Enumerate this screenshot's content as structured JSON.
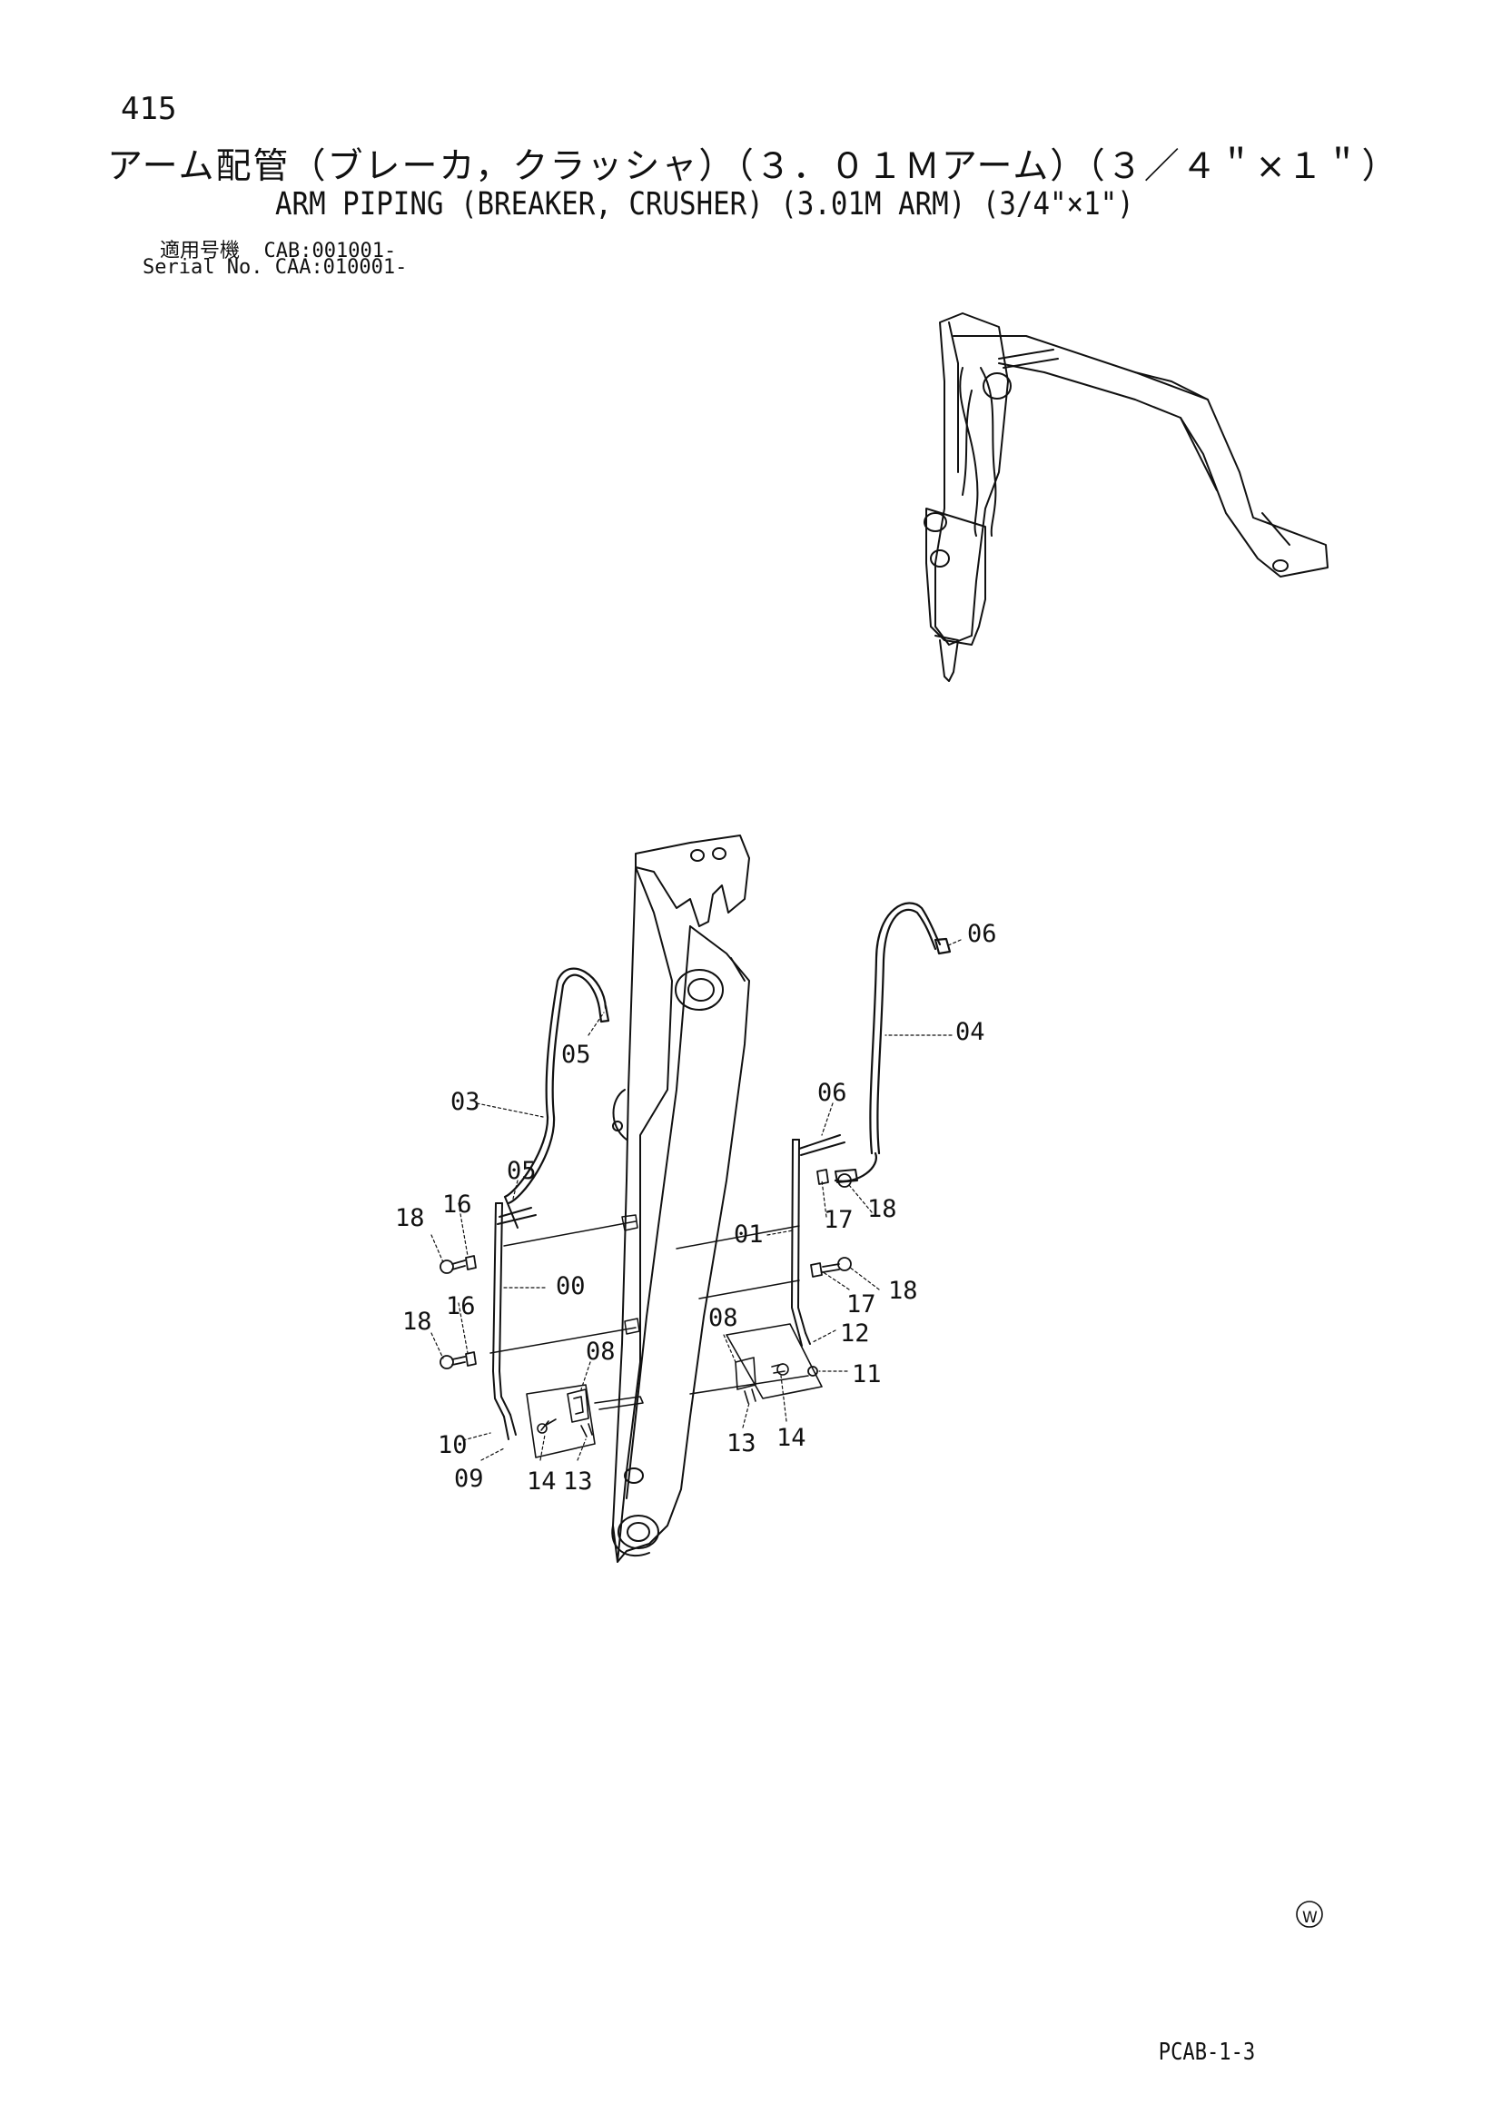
{
  "page_number": "415",
  "title_jp": "アーム配管（ブレーカ，クラッシャ）（３．０１Ｍアーム）（３／４＂×１＂）",
  "title_en": "ARM PIPING (BREAKER, CRUSHER) (3.01M ARM) (3/4\"×1\")",
  "applicability": {
    "label_jp": "適用号機",
    "value_1": "CAB:001001-",
    "label_en": "Serial No.",
    "value_2": "CAA:010001-"
  },
  "callouts": {
    "c06a": "06",
    "c04": "04",
    "c05a": "05",
    "c03": "03",
    "c06b": "06",
    "c05b": "05",
    "c18a": "18",
    "c16a": "16",
    "c17a": "17",
    "c18b": "18",
    "c01": "01",
    "c00": "00",
    "c17b": "17",
    "c18c": "18",
    "c18d": "18",
    "c16b": "16",
    "c08a": "08",
    "c12": "12",
    "c08b": "08",
    "c11": "11",
    "c10": "10",
    "c13a": "13",
    "c14a": "14",
    "c09": "09",
    "c14b": "14",
    "c13b": "13"
  },
  "logo_mark": "W",
  "footer_code": "PCAB-1-3"
}
